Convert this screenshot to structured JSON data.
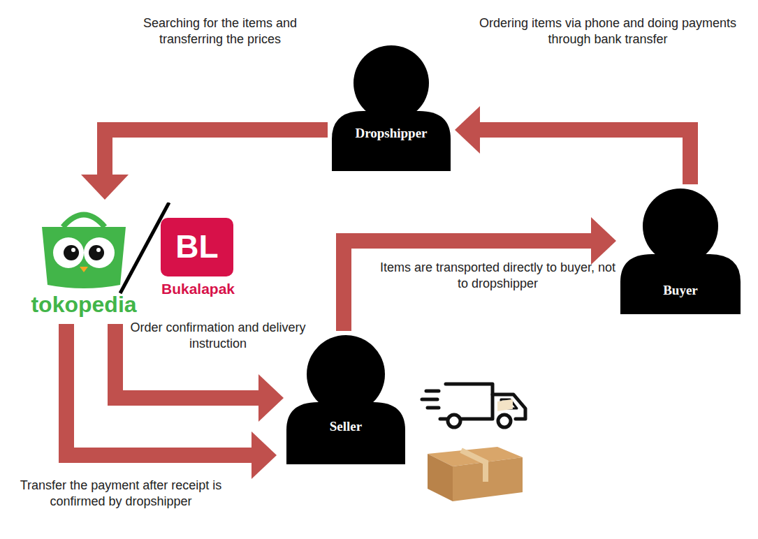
{
  "diagram": {
    "nodes": [
      {
        "text": [
          "Dropshipper"
        ]
      },
      {
        "text": [
          "tokopedia",
          "BL",
          "Bukalapak"
        ]
      },
      {
        "text": [
          "Buyer"
        ]
      },
      {
        "text": [
          "Seller"
        ]
      }
    ],
    "edges": [
      {
        "from": 0,
        "to": 1,
        "arrow": "to",
        "label": "Searching for the items and transferring the prices"
      },
      {
        "from": 2,
        "to": 0,
        "arrow": "to",
        "label": "Ordering items via phone and doing payments through bank transfer"
      },
      {
        "from": 1,
        "to": 3,
        "arrow": "to",
        "label": "Order confirmation and delivery instruction"
      },
      {
        "from": 1,
        "to": 3,
        "arrow": "to",
        "label": "Transfer the payment after receipt is confirmed by dropshipper"
      },
      {
        "from": 3,
        "to": 2,
        "arrow": "to",
        "label": "Items are transported directly to buyer, not to dropshipper"
      }
    ]
  }
}
